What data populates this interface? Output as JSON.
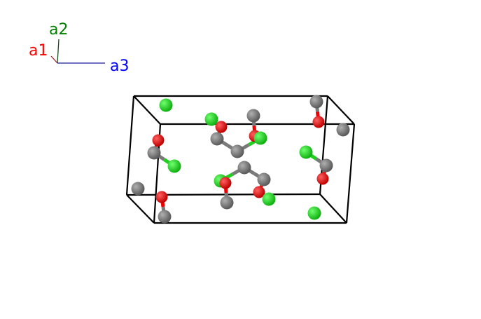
{
  "axes": {
    "a1": {
      "label": "a1",
      "color": "#ff0000"
    },
    "a2": {
      "label": "a2",
      "color": "#008000"
    },
    "a3": {
      "label": "a3",
      "color": "#0000ff"
    }
  },
  "elements": {
    "carbon": {
      "color": "#7a7a7a"
    },
    "oxygen": {
      "color": "#ee0000"
    },
    "chlorine": {
      "color": "#1fd01f"
    }
  }
}
